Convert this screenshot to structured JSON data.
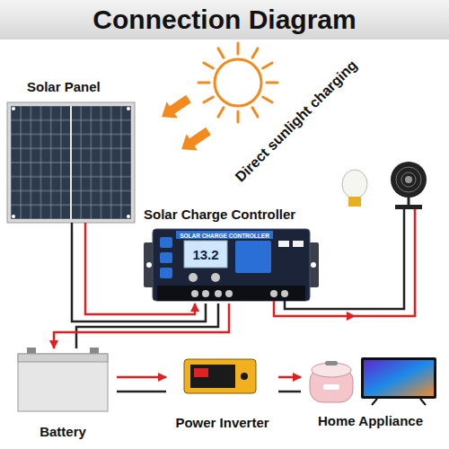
{
  "diagram": {
    "title": "Connection Diagram",
    "nodes": [
      {
        "text": [
          "Solar Panel"
        ]
      },
      {
        "text": [
          "Solar Charge Controller"
        ]
      },
      {
        "text": [
          "Battery"
        ]
      },
      {
        "text": [
          "Power Inverter"
        ]
      },
      {
        "text": [
          "Home Appliance"
        ]
      }
    ],
    "edges": [
      {
        "from": 0,
        "to": 1,
        "arrow": "to"
      },
      {
        "from": 1,
        "to": 2,
        "arrow": "to"
      },
      {
        "from": 2,
        "to": 3,
        "arrow": "to"
      },
      {
        "from": 3,
        "to": 4,
        "arrow": "to"
      }
    ],
    "labels": [
      "Direct sunlight charging",
      "SOLAR CHARGE CONTROLLER",
      "13.2"
    ]
  }
}
